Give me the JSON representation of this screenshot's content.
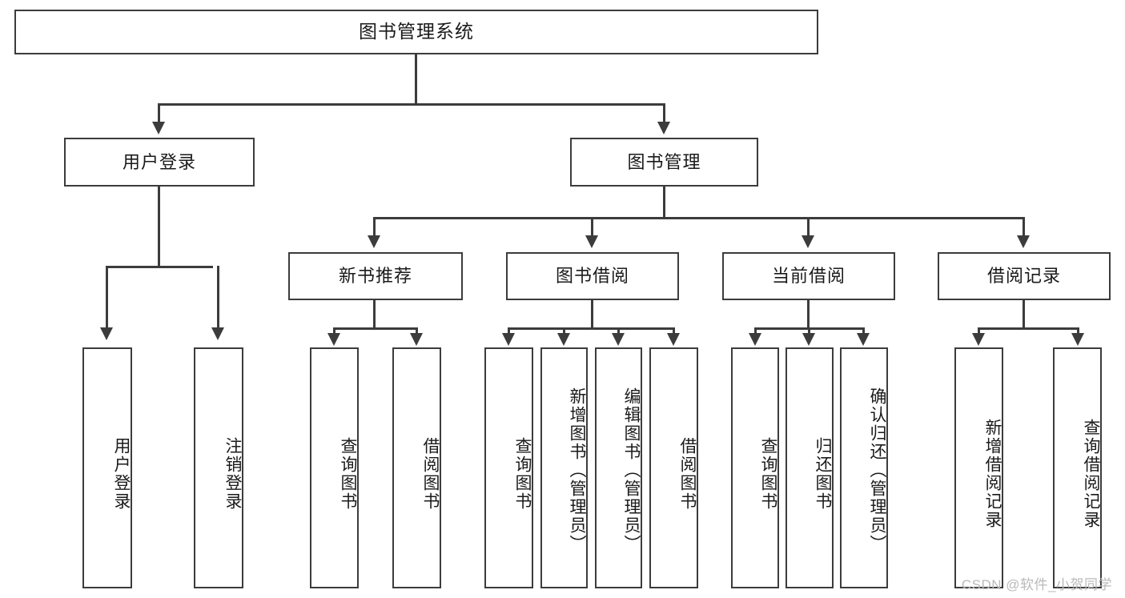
{
  "diagram": {
    "title": "图书管理系统",
    "type": "tree",
    "watermark": "CSDN @软件_小贺同学",
    "colors": {
      "box_border": "#3c3c3c",
      "box_fill": "#ffffff",
      "connector": "#3c3c3c",
      "text": "#1a1a1a",
      "watermark": "#b9b9b9",
      "background": "#ffffff"
    }
  },
  "nodes": {
    "root": {
      "label": "图书管理系统"
    },
    "level2": [
      {
        "label": "用户登录"
      },
      {
        "label": "图书管理"
      }
    ],
    "level3": [
      {
        "label": "新书推荐"
      },
      {
        "label": "图书借阅"
      },
      {
        "label": "当前借阅"
      },
      {
        "label": "借阅记录"
      }
    ],
    "leaves": {
      "user_login": [
        {
          "label": "用户登录"
        },
        {
          "label": "注销登录"
        }
      ],
      "new_book": [
        {
          "label": "查询图书"
        },
        {
          "label": "借阅图书"
        }
      ],
      "book_borrow": [
        {
          "label": "查询图书"
        },
        {
          "label": "新增图书（管理员）"
        },
        {
          "label": "编辑图书（管理员）"
        },
        {
          "label": "借阅图书"
        }
      ],
      "current_borrow": [
        {
          "label": "查询图书"
        },
        {
          "label": "归还图书"
        },
        {
          "label": "确认归还（管理员）"
        }
      ],
      "borrow_record": [
        {
          "label": "新增借阅记录"
        },
        {
          "label": "查询借阅记录"
        }
      ]
    }
  }
}
